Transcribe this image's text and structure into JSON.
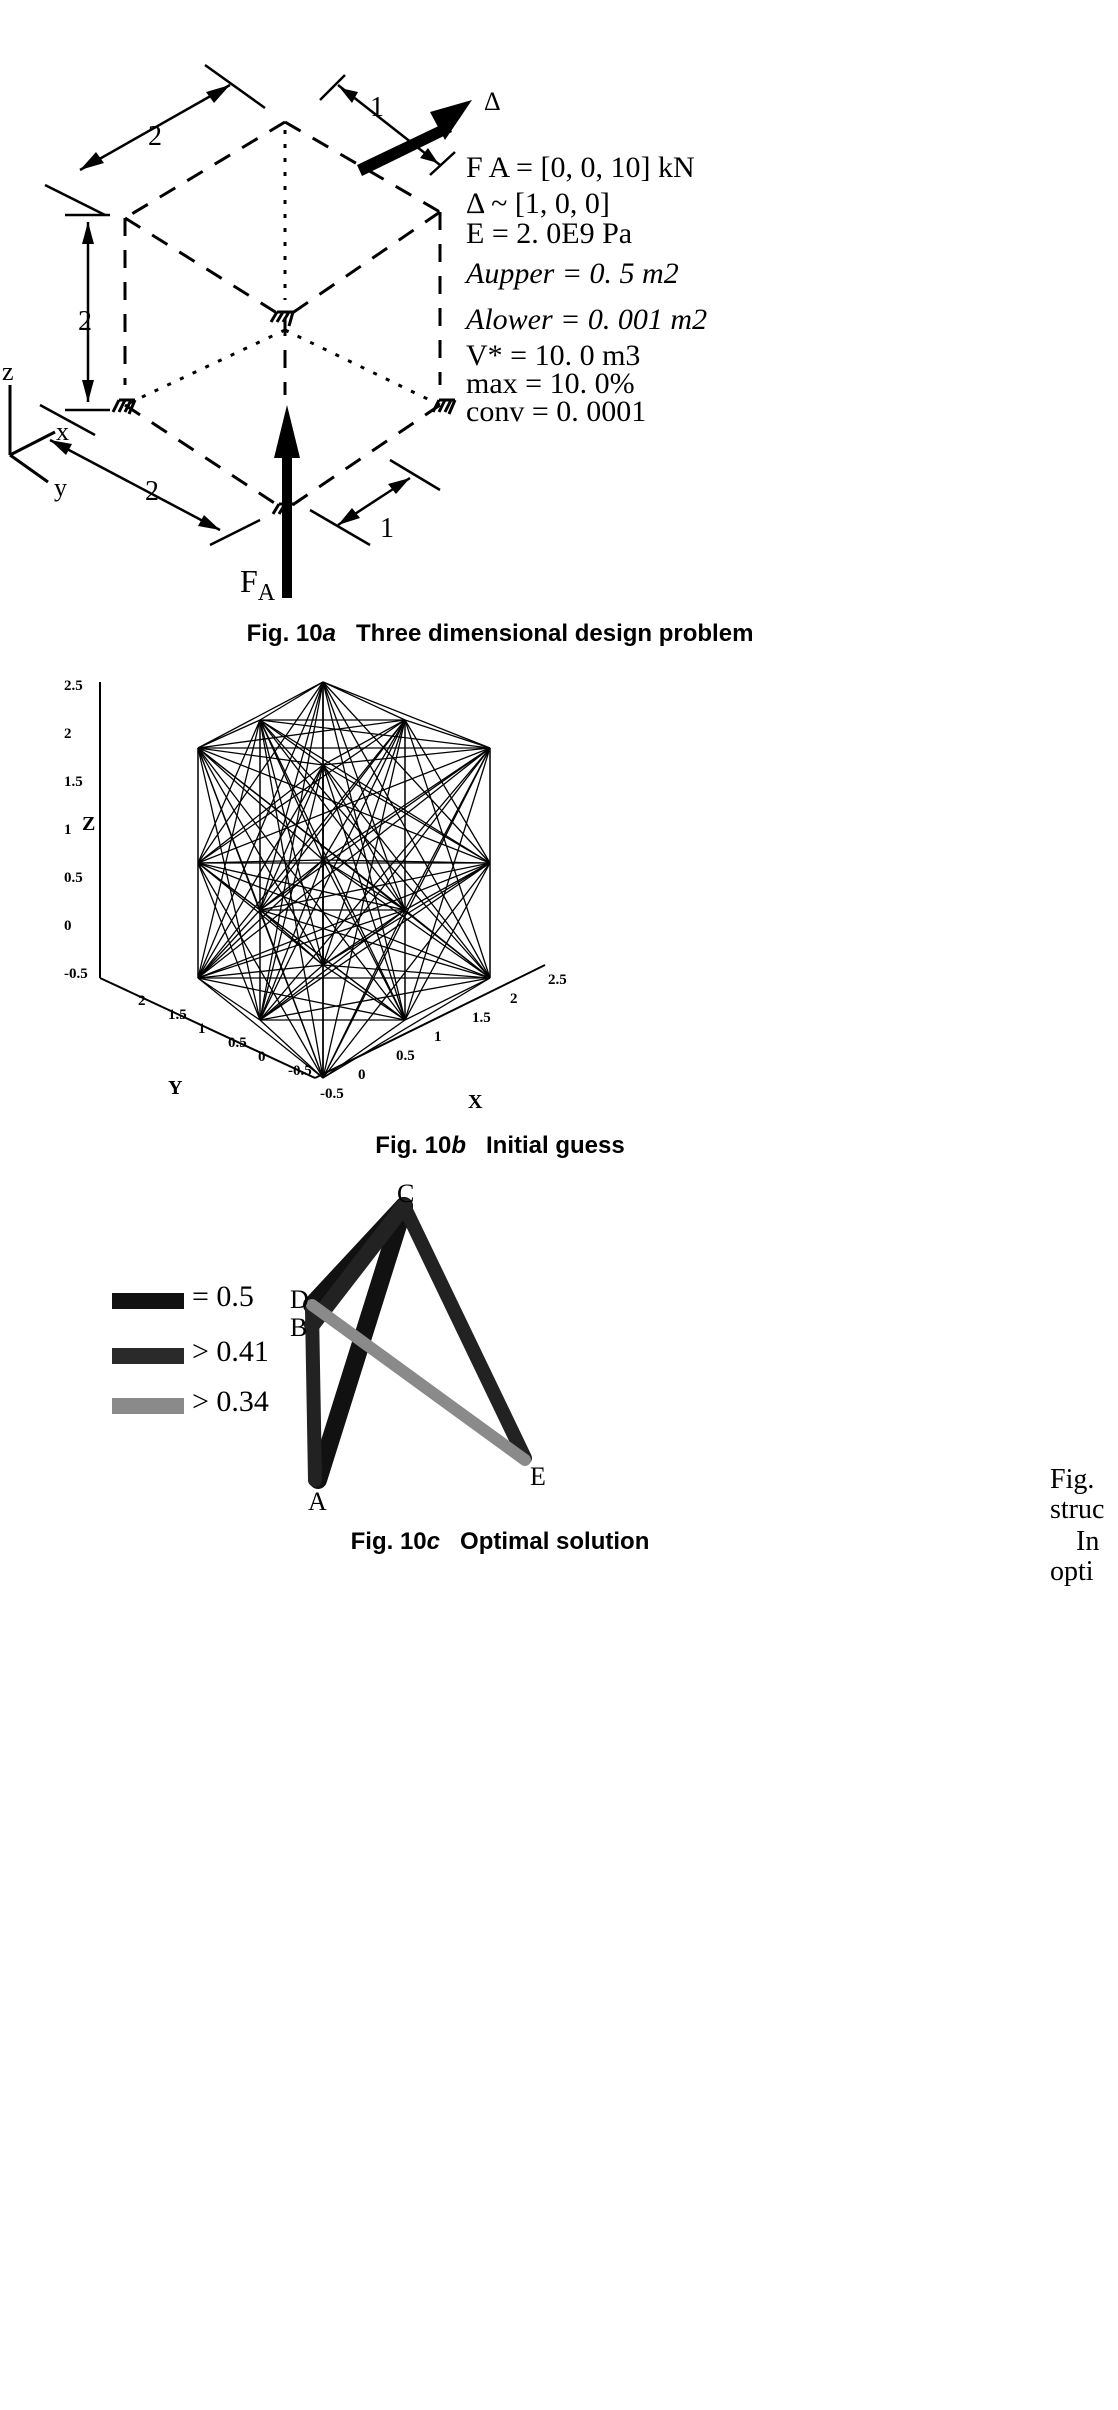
{
  "fig_a": {
    "caption_prefix": "Fig. 10",
    "caption_letter": "a",
    "caption_text": "Three dimensional design problem",
    "dim_top_left": "2",
    "dim_top_right": "1",
    "dim_left": "2",
    "dim_bottom_left": "2",
    "dim_bottom_right": "1",
    "delta_label": "Δ",
    "load_label": "F",
    "load_sub": "A",
    "axis_z": "z",
    "axis_x": "x",
    "axis_y": "y",
    "params": [
      "F A = [0, 0, 10] kN",
      "Δ ~ [1, 0, 0]",
      "E = 2. 0E9 Pa",
      "Aupper = 0. 5 m2",
      "Alower = 0. 001 m2",
      "V* = 10. 0 m3",
      "max = 10. 0%",
      "conv = 0. 0001"
    ]
  },
  "fig_b": {
    "caption_prefix": "Fig. 10",
    "caption_letter": "b",
    "caption_text": "Initial guess",
    "z_label": "Z",
    "x_label": "X",
    "y_label": "Y",
    "z_ticks": [
      "2.5",
      "2",
      "1.5",
      "1",
      "0.5",
      "0",
      "-0.5"
    ],
    "x_ticks": [
      "-0.5",
      "0",
      "0.5",
      "1",
      "1.5",
      "2",
      "2.5"
    ],
    "y_ticks": [
      "2",
      "1.5",
      "1",
      "0.5",
      "0",
      "-0.5"
    ]
  },
  "fig_c": {
    "caption_prefix": "Fig. 10",
    "caption_letter": "c",
    "caption_text": "Optimal solution",
    "nodes": [
      "C",
      "D",
      "B",
      "A",
      "E"
    ],
    "legend": [
      {
        "label": "= 0.5",
        "color": "#111111"
      },
      {
        "label": "> 0.41",
        "color": "#2a2a2a"
      },
      {
        "label": "> 0.34",
        "color": "#8a8a8a"
      }
    ]
  },
  "margin": {
    "line1": "Fig.",
    "line2": "struc",
    "line3": "In",
    "line4": "opti"
  }
}
